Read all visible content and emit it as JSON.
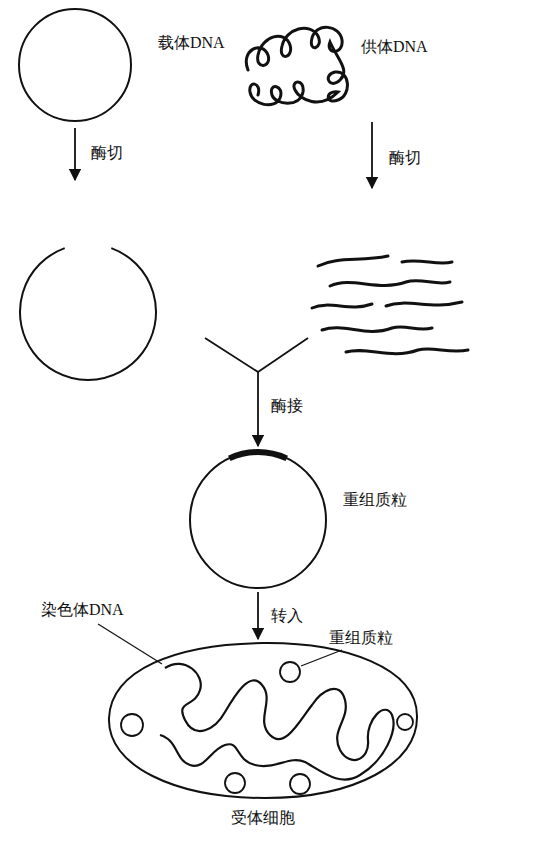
{
  "diagram": {
    "nodes": [
      {
        "text": [
          "载体DNA"
        ]
      },
      {
        "text": [
          "供体DNA"
        ]
      },
      {
        "text": [
          "重组质粒"
        ]
      },
      {
        "text": [
          "受体细胞"
        ]
      }
    ],
    "edges": [
      {
        "from": 2,
        "to": 3,
        "arrow": "to",
        "label": "转入"
      }
    ],
    "labels": [
      "酶切",
      "酶切",
      "酶接",
      "染色体DNA",
      "重组质粒"
    ]
  }
}
